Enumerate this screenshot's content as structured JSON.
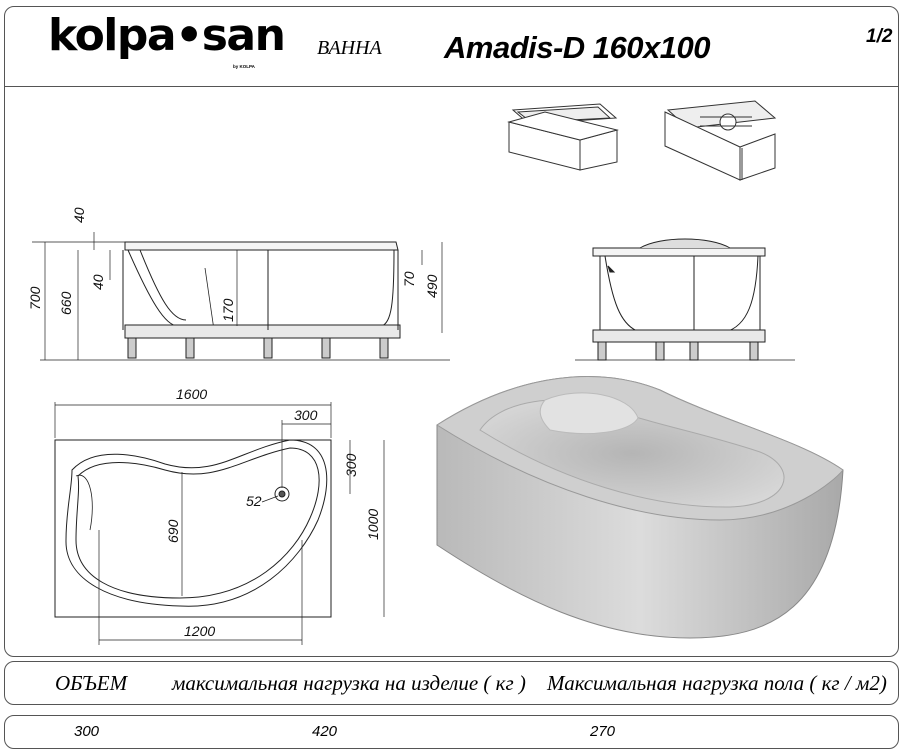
{
  "header": {
    "brand": "kolpa•san",
    "brand_sub": "by KOLPA",
    "registered_mark": "®",
    "doc_type": "ВАННА",
    "model": "Amadis-D 160x100",
    "page": "1/2"
  },
  "dimensions": {
    "side_view": {
      "top_40": "40",
      "edge_40": "40",
      "total_700": "700",
      "rim_660": "660",
      "depth_170": "170",
      "h_70": "70",
      "h_490": "490"
    },
    "plan_view": {
      "length_1600": "1600",
      "offset_300": "300",
      "offset_300_v": "300",
      "drain_52": "52",
      "inner_690": "690",
      "width_1000": "1000",
      "inner_1200": "1200"
    }
  },
  "icons": [
    "bathtub-panel-icon",
    "bathtub-frame-panel-icon"
  ],
  "specs": {
    "headers": [
      "ОБЪЕМ",
      "максимальная нагрузка на изделие ( кг )",
      "Максимальная нагрузка пола ( кг / м2)"
    ],
    "values": [
      "300",
      "420",
      "270"
    ]
  }
}
